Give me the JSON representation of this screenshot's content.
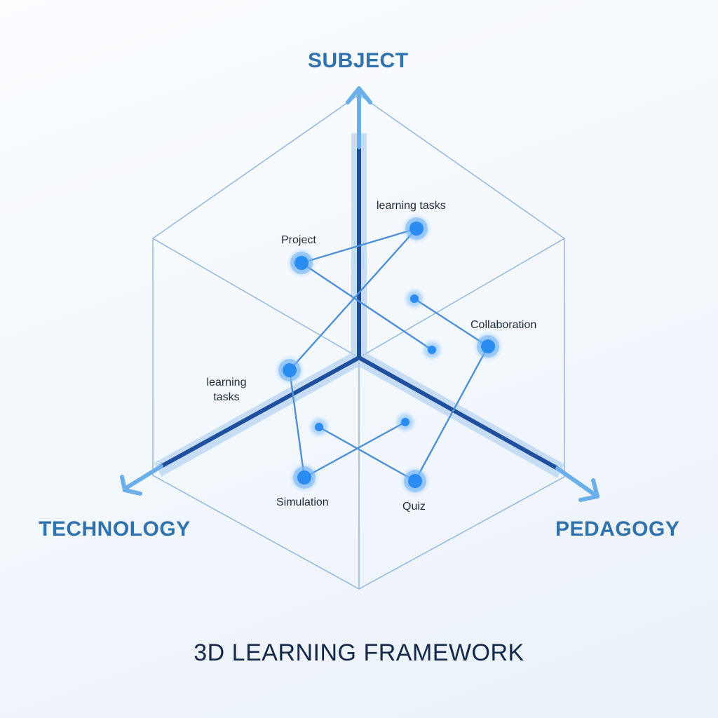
{
  "diagram": {
    "title": "3D LEARNING FRAMEWORK",
    "axes": {
      "subject": "SUBJECT",
      "technology": "TECHNOLOGY",
      "pedagogy": "PEDAGOGY"
    },
    "nodes": {
      "learning_tasks_top": "learning tasks",
      "project": "Project",
      "collaboration": "Collaboration",
      "learning_tasks_left_line1": "learning",
      "learning_tasks_left_line2": "tasks",
      "simulation": "Simulation",
      "quiz": "Quiz"
    },
    "colors": {
      "axis_dark": "#1f4f9c",
      "axis_glow": "#9fc6ee",
      "arrow": "#6aaeea",
      "cube_edge": "#9bbbdc",
      "node": "#2a8cf0",
      "link": "#4f8fd3",
      "axis_label": "#2f72ad",
      "title": "#14284a"
    }
  }
}
